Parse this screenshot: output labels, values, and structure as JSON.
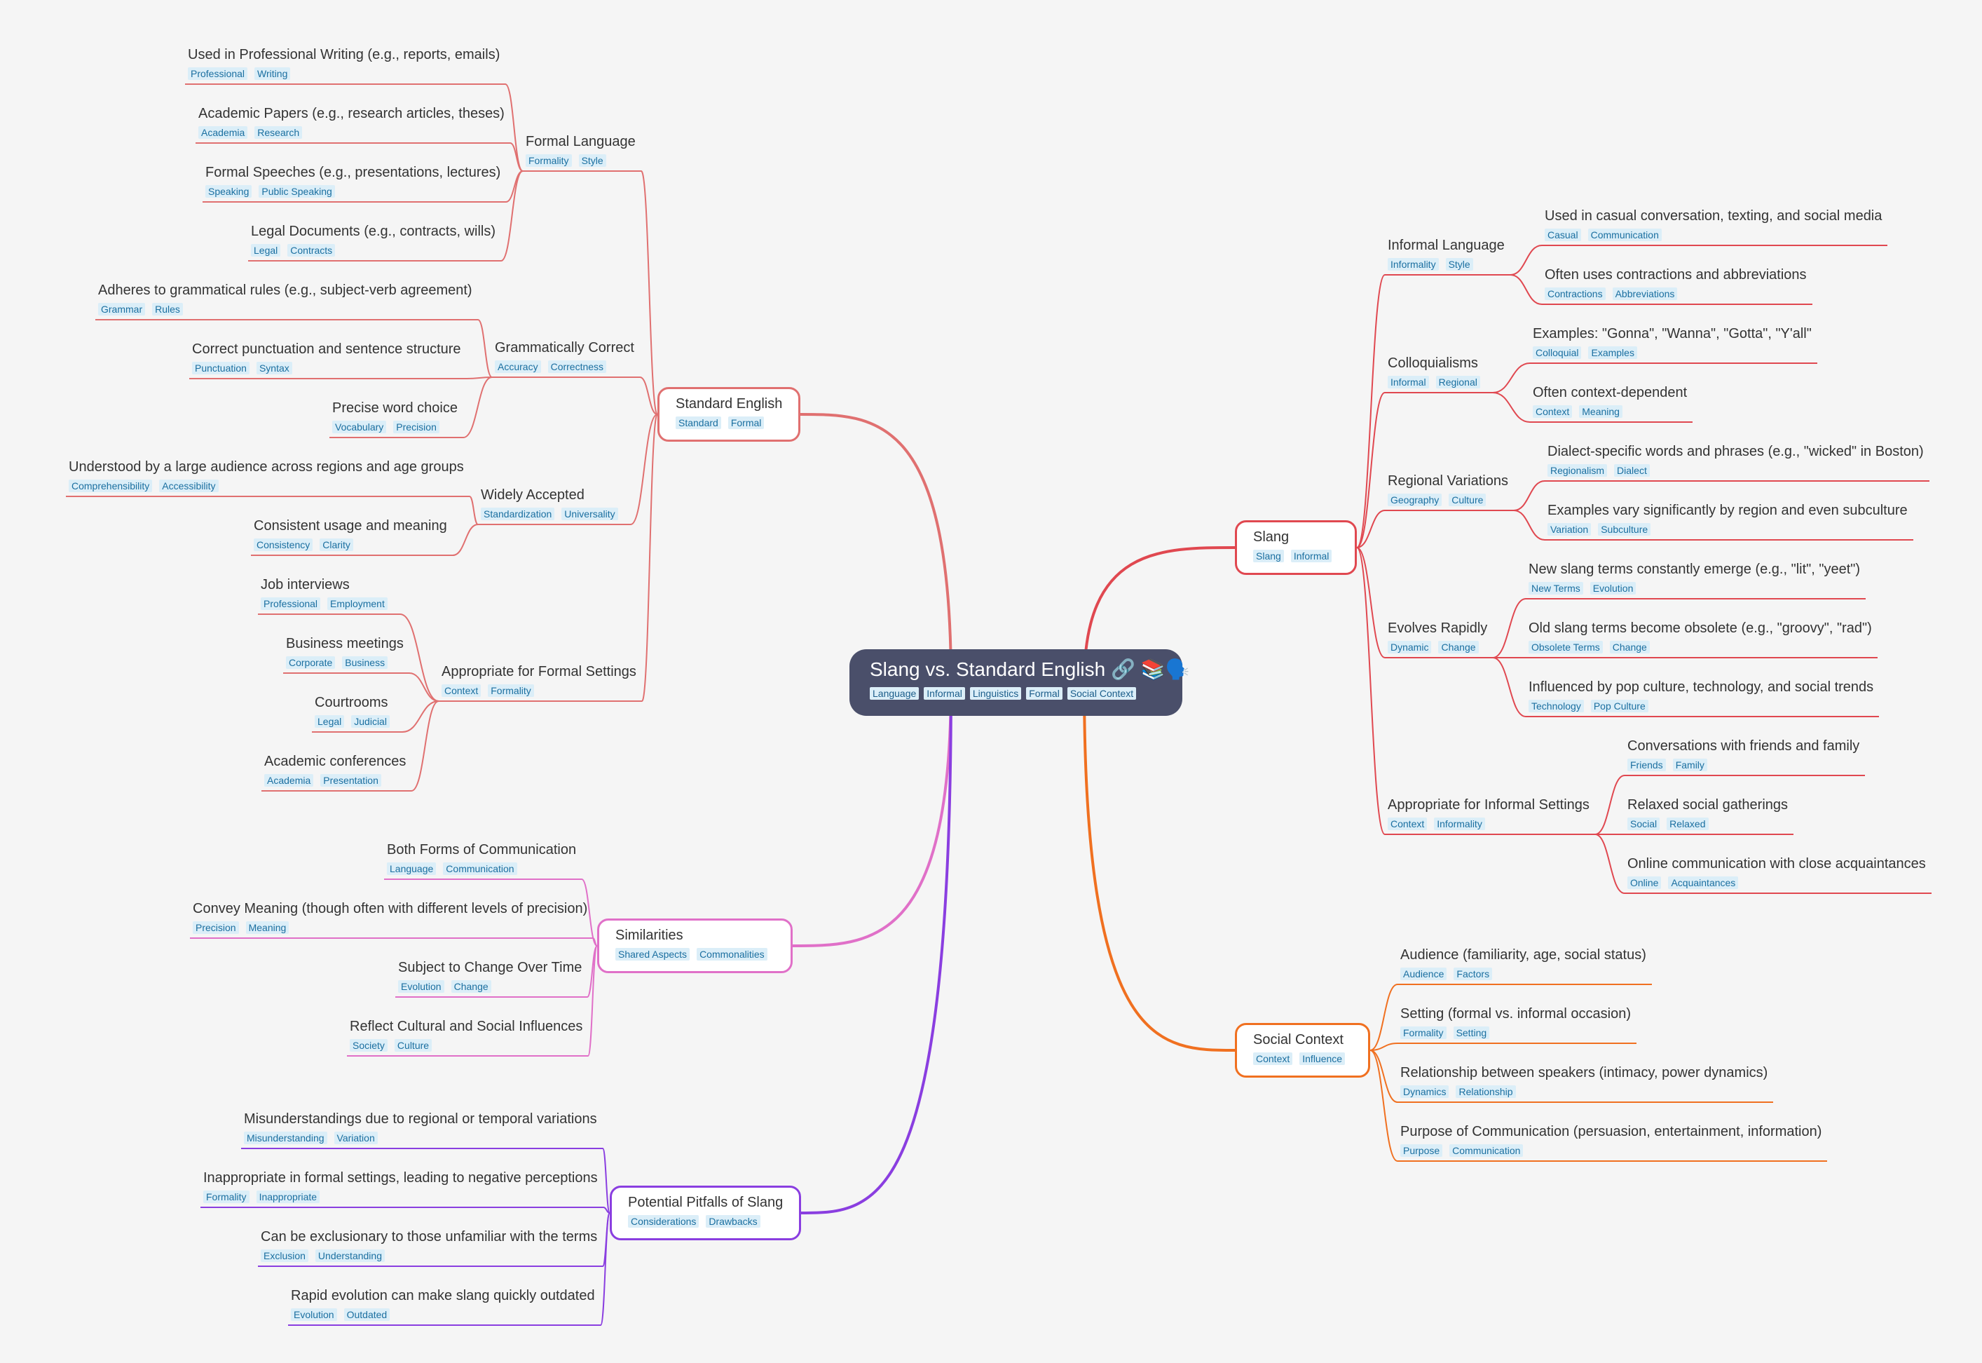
{
  "root": {
    "title": "Slang vs. Standard English 🔗 📚🗣️",
    "tags": [
      "Language",
      "Informal",
      "Linguistics",
      "Formal",
      "Social Context"
    ]
  },
  "branches": [
    {
      "id": "standard",
      "title": "Standard English",
      "tags": [
        "Standard",
        "Formal"
      ],
      "color": "#e07070",
      "children": [
        {
          "title": "Formal Language",
          "tags": [
            "Formality",
            "Style"
          ],
          "children": [
            {
              "title": "Used in Professional Writing (e.g., reports, emails)",
              "tags": [
                "Professional",
                "Writing"
              ]
            },
            {
              "title": "Academic Papers (e.g., research articles, theses)",
              "tags": [
                "Academia",
                "Research"
              ]
            },
            {
              "title": "Formal Speeches (e.g., presentations, lectures)",
              "tags": [
                "Speaking",
                "Public Speaking"
              ]
            },
            {
              "title": "Legal Documents (e.g., contracts, wills)",
              "tags": [
                "Legal",
                "Contracts"
              ]
            }
          ]
        },
        {
          "title": "Grammatically Correct",
          "tags": [
            "Accuracy",
            "Correctness"
          ],
          "children": [
            {
              "title": "Adheres to grammatical rules (e.g., subject-verb agreement)",
              "tags": [
                "Grammar",
                "Rules"
              ]
            },
            {
              "title": "Correct punctuation and sentence structure",
              "tags": [
                "Punctuation",
                "Syntax"
              ]
            },
            {
              "title": "Precise word choice",
              "tags": [
                "Vocabulary",
                "Precision"
              ]
            }
          ]
        },
        {
          "title": "Widely Accepted",
          "tags": [
            "Standardization",
            "Universality"
          ],
          "children": [
            {
              "title": "Understood by a large audience across regions and age groups",
              "tags": [
                "Comprehensibility",
                "Accessibility"
              ]
            },
            {
              "title": "Consistent usage and meaning",
              "tags": [
                "Consistency",
                "Clarity"
              ]
            }
          ]
        },
        {
          "title": "Appropriate for Formal Settings",
          "tags": [
            "Context",
            "Formality"
          ],
          "children": [
            {
              "title": "Job interviews",
              "tags": [
                "Professional",
                "Employment"
              ]
            },
            {
              "title": "Business meetings",
              "tags": [
                "Corporate",
                "Business"
              ]
            },
            {
              "title": "Courtrooms",
              "tags": [
                "Legal",
                "Judicial"
              ]
            },
            {
              "title": "Academic conferences",
              "tags": [
                "Academia",
                "Presentation"
              ]
            }
          ]
        }
      ]
    },
    {
      "id": "similarities",
      "title": "Similarities",
      "tags": [
        "Shared Aspects",
        "Commonalities"
      ],
      "color": "#e070c8",
      "children": [
        {
          "title": "Both Forms of Communication",
          "tags": [
            "Language",
            "Communication"
          ]
        },
        {
          "title": "Convey Meaning (though often with different levels of precision)",
          "tags": [
            "Precision",
            "Meaning"
          ]
        },
        {
          "title": "Subject to Change Over Time",
          "tags": [
            "Evolution",
            "Change"
          ]
        },
        {
          "title": "Reflect Cultural and Social Influences",
          "tags": [
            "Society",
            "Culture"
          ]
        }
      ]
    },
    {
      "id": "pitfalls",
      "title": "Potential Pitfalls of Slang",
      "tags": [
        "Considerations",
        "Drawbacks"
      ],
      "color": "#8a3ee0",
      "children": [
        {
          "title": "Misunderstandings due to regional or temporal variations",
          "tags": [
            "Misunderstanding",
            "Variation"
          ]
        },
        {
          "title": "Inappropriate in formal settings, leading to negative perceptions",
          "tags": [
            "Formality",
            "Inappropriate"
          ]
        },
        {
          "title": "Can be exclusionary to those unfamiliar with the terms",
          "tags": [
            "Exclusion",
            "Understanding"
          ]
        },
        {
          "title": "Rapid evolution can make slang quickly outdated",
          "tags": [
            "Evolution",
            "Outdated"
          ]
        }
      ]
    },
    {
      "id": "slang",
      "title": "Slang",
      "tags": [
        "Slang",
        "Informal"
      ],
      "color": "#e04850",
      "children": [
        {
          "title": "Informal Language",
          "tags": [
            "Informality",
            "Style"
          ],
          "children": [
            {
              "title": "Used in casual conversation, texting, and social media",
              "tags": [
                "Casual",
                "Communication"
              ]
            },
            {
              "title": "Often uses contractions and abbreviations",
              "tags": [
                "Contractions",
                "Abbreviations"
              ]
            }
          ]
        },
        {
          "title": "Colloquialisms",
          "tags": [
            "Informal",
            "Regional"
          ],
          "children": [
            {
              "title": "Examples: \"Gonna\", \"Wanna\", \"Gotta\", \"Y'all\"",
              "tags": [
                "Colloquial",
                "Examples"
              ]
            },
            {
              "title": "Often context-dependent",
              "tags": [
                "Context",
                "Meaning"
              ]
            }
          ]
        },
        {
          "title": "Regional Variations",
          "tags": [
            "Geography",
            "Culture"
          ],
          "children": [
            {
              "title": "Dialect-specific words and phrases (e.g., \"wicked\" in Boston)",
              "tags": [
                "Regionalism",
                "Dialect"
              ]
            },
            {
              "title": "Examples vary significantly by region and even subculture",
              "tags": [
                "Variation",
                "Subculture"
              ]
            }
          ]
        },
        {
          "title": "Evolves Rapidly",
          "tags": [
            "Dynamic",
            "Change"
          ],
          "children": [
            {
              "title": "New slang terms constantly emerge (e.g., \"lit\", \"yeet\")",
              "tags": [
                "New Terms",
                "Evolution"
              ]
            },
            {
              "title": "Old slang terms become obsolete (e.g., \"groovy\", \"rad\")",
              "tags": [
                "Obsolete Terms",
                "Change"
              ]
            },
            {
              "title": "Influenced by pop culture, technology, and social trends",
              "tags": [
                "Technology",
                "Pop Culture"
              ]
            }
          ]
        },
        {
          "title": "Appropriate for Informal Settings",
          "tags": [
            "Context",
            "Informality"
          ],
          "children": [
            {
              "title": "Conversations with friends and family",
              "tags": [
                "Friends",
                "Family"
              ]
            },
            {
              "title": "Relaxed social gatherings",
              "tags": [
                "Social",
                "Relaxed"
              ]
            },
            {
              "title": "Online communication with close acquaintances",
              "tags": [
                "Online",
                "Acquaintances"
              ]
            }
          ]
        }
      ]
    },
    {
      "id": "social",
      "title": "Social Context",
      "tags": [
        "Context",
        "Influence"
      ],
      "color": "#f07020",
      "children": [
        {
          "title": "Audience (familiarity, age, social status)",
          "tags": [
            "Audience",
            "Factors"
          ]
        },
        {
          "title": "Setting (formal vs. informal occasion)",
          "tags": [
            "Formality",
            "Setting"
          ]
        },
        {
          "title": "Relationship between speakers (intimacy, power dynamics)",
          "tags": [
            "Dynamics",
            "Relationship"
          ]
        },
        {
          "title": "Purpose of Communication (persuasion, entertainment, information)",
          "tags": [
            "Purpose",
            "Communication"
          ]
        }
      ]
    }
  ]
}
